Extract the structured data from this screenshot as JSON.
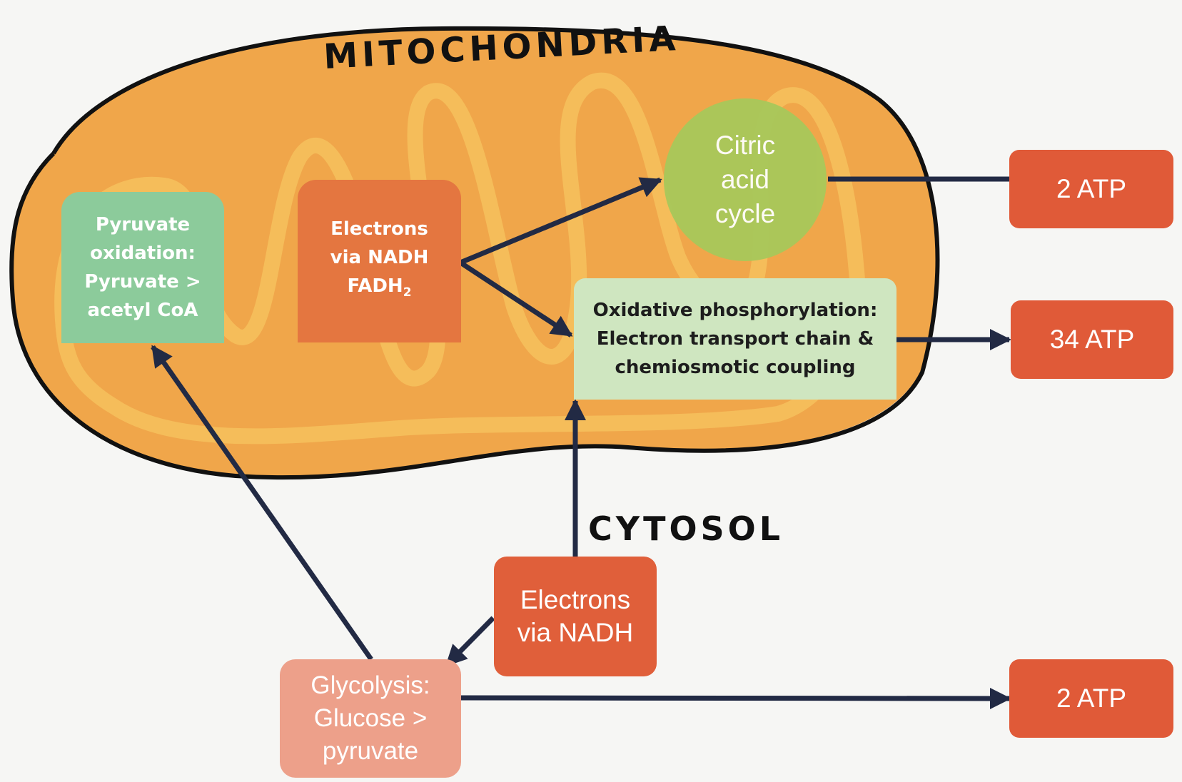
{
  "labels": {
    "mitochondria": "MITOCHONDRIA",
    "cytosol": "CYTOSOL"
  },
  "boxes": {
    "pyruvate_oxidation": "Pyruvate\noxidation:\nPyruvate >\nacetyl CoA",
    "electrons_mito_line1": "Electrons",
    "electrons_mito_line2": "via NADH",
    "electrons_mito_fadh": "FADH",
    "electrons_mito_sub": "2",
    "citric_acid_cycle": "Citric\nacid\ncycle",
    "oxidative_phosphorylation": "Oxidative phosphorylation:\nElectron transport chain &\nchemiosmotic coupling",
    "electrons_cytosol": "Electrons\nvia NADH",
    "glycolysis": "Glycolysis:\nGlucose >\npyruvate",
    "atp_citric": "2 ATP",
    "atp_oxphos": "34 ATP",
    "atp_glycolysis": "2 ATP"
  },
  "colors": {
    "mito_fill": "#f0a64a",
    "cristae": "#f7c460",
    "outline": "#111111",
    "arrow": "#222a44",
    "pyruvate_box": "#8ccb9b",
    "electrons_box": "#e47640",
    "citric_circle": "#a8c85a",
    "oxphos_box": "#cfe6c0",
    "electrons_cytosol_box": "#e05f3a",
    "glycolysis_box": "#eda08a",
    "atp_box": "#e05a38"
  }
}
